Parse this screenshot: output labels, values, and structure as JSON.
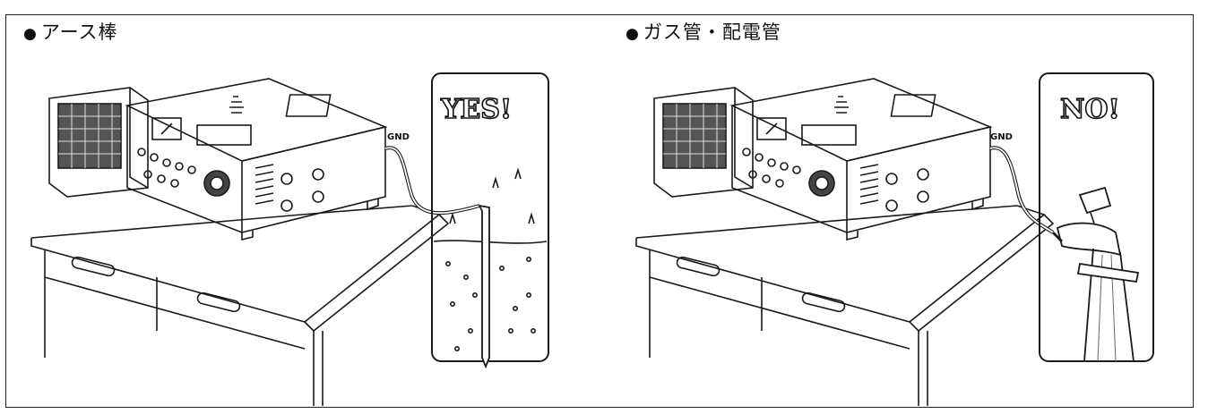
{
  "left_panel": {
    "bullet": "●",
    "title": "アース棒",
    "gnd_label": "GND",
    "sign_text": "YES!"
  },
  "right_panel": {
    "bullet": "●",
    "title": "ガス管・配電管",
    "gnd_label": "GND",
    "sign_text": "NO!"
  },
  "colors": {
    "line": "#1a1a1a",
    "paper": "#ffffff"
  }
}
